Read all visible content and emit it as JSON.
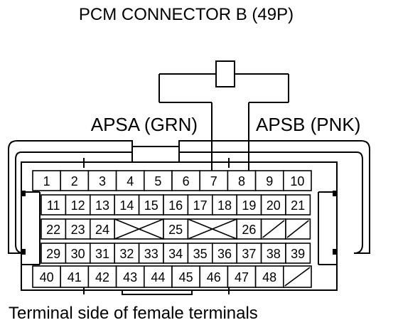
{
  "title": "PCM CONNECTOR B (49P)",
  "wires": {
    "apsa": "APSA (GRN)",
    "apsb": "APSB (PNK)"
  },
  "caption": "Terminal side of female terminals",
  "rows": [
    [
      "1",
      "2",
      "3",
      "4",
      "5",
      "6",
      "7",
      "8",
      "9",
      "10"
    ],
    [
      "11",
      "12",
      "13",
      "14",
      "15",
      "16",
      "17",
      "18",
      "19",
      "20",
      "21"
    ],
    [
      "22",
      "23",
      "24",
      "",
      "",
      "25",
      "",
      "",
      "26",
      "",
      ""
    ],
    [
      "29",
      "30",
      "31",
      "32",
      "33",
      "34",
      "35",
      "36",
      "37",
      "38",
      "39"
    ],
    [
      "40",
      "41",
      "42",
      "43",
      "44",
      "45",
      "46",
      "47",
      "48",
      ""
    ]
  ]
}
